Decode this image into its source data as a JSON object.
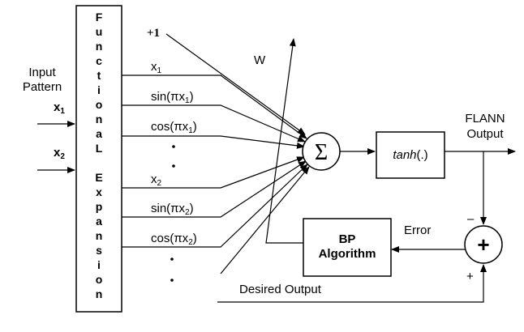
{
  "input_label_line1": "Input",
  "input_label_line2": "Pattern",
  "x1_label": "x1",
  "x2_label": "x2",
  "expansion_letters": [
    "F",
    "u",
    "n",
    "c",
    "t",
    "i",
    "o",
    "n",
    "a",
    "L",
    "",
    "E",
    "x",
    "p",
    "a",
    "n",
    "s",
    "i",
    "o",
    "n"
  ],
  "bias_label": "+1",
  "expansion_terms": {
    "x1": "x1",
    "sin_x1": "sin(πx1)",
    "cos_x1": "cos(πx1)",
    "x2": "x2",
    "sin_x2": "sin(πx2)",
    "cos_x2": "cos(πx2)"
  },
  "dots": "•",
  "weight_label": "W",
  "sum_symbol": "Σ",
  "tanh_label": "tanh(.)",
  "output_label_line1": "FLANN",
  "output_label_line2": "Output",
  "bp_line1": "BP",
  "bp_line2": "Algorithm",
  "error_label": "Error",
  "adder_symbol": "+",
  "minus_sign": "–",
  "plus_sign": "+",
  "desired_output_label": "Desired Output"
}
